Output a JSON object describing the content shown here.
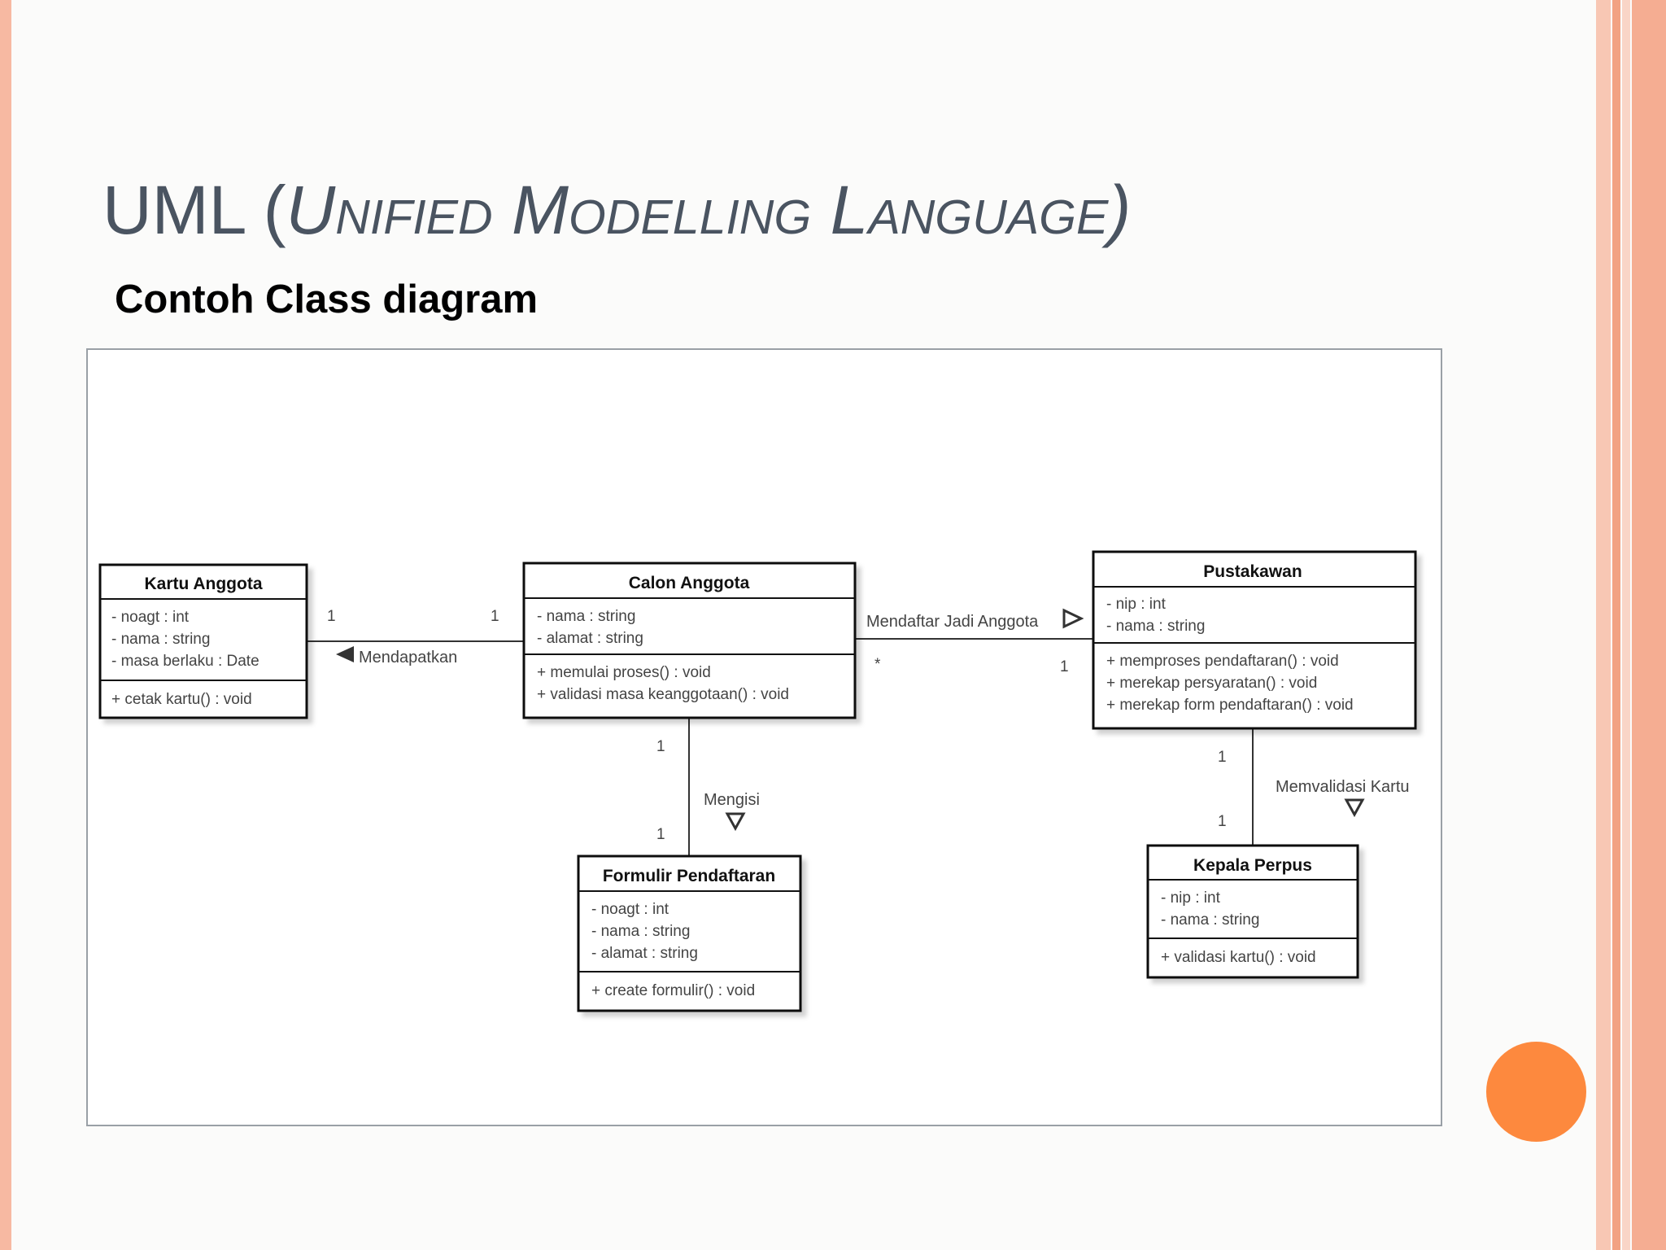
{
  "slide": {
    "title_prefix": "UML (",
    "title_italic": "Unified Modelling Language",
    "title_suffix": ")",
    "subtitle": "Contoh Class diagram"
  },
  "colors": {
    "accent": "#fd893e",
    "title": "#4a5461",
    "frame_stripe": "#f7b9a2"
  },
  "diagram": {
    "classes": {
      "kartu": {
        "name": "Kartu Anggota",
        "attributes": [
          "- noagt : int",
          "- nama : string",
          "- masa berlaku : Date"
        ],
        "operations": [
          "+ cetak kartu() : void"
        ]
      },
      "calon": {
        "name": "Calon Anggota",
        "attributes": [
          "- nama : string",
          "- alamat : string"
        ],
        "operations": [
          "+ memulai proses() : void",
          "+ validasi masa keanggotaan() : void"
        ]
      },
      "pustakawan": {
        "name": "Pustakawan",
        "attributes": [
          "- nip : int",
          "- nama : string"
        ],
        "operations": [
          "+ memproses pendaftaran() : void",
          "+ merekap persyaratan() : void",
          "+ merekap form pendaftaran() : void"
        ]
      },
      "formulir": {
        "name": "Formulir Pendaftaran",
        "attributes": [
          "- noagt : int",
          "- nama : string",
          "- alamat : string"
        ],
        "operations": [
          "+ create formulir() : void"
        ]
      },
      "kepala": {
        "name": "Kepala Perpus",
        "attributes": [
          "- nip : int",
          "- nama : string"
        ],
        "operations": [
          "+ validasi kartu() : void"
        ]
      }
    },
    "associations": {
      "mendapatkan": {
        "label": "Mendapatkan",
        "mult_a": "1",
        "mult_b": "1"
      },
      "mendaftar": {
        "label": "Mendaftar Jadi Anggota",
        "mult_a": "*",
        "mult_b": "1"
      },
      "mengisi": {
        "label": "Mengisi",
        "mult_a": "1",
        "mult_b": "1"
      },
      "memvalidasi": {
        "label": "Memvalidasi Kartu",
        "mult_a": "1",
        "mult_b": "1"
      }
    }
  }
}
